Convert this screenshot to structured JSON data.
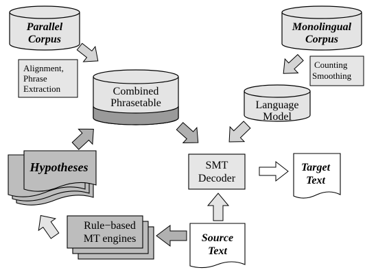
{
  "nodes": {
    "parallel_corpus": {
      "line1": "Parallel",
      "line2": "Corpus"
    },
    "monolingual_corpus": {
      "line1": "Monolingual",
      "line2": "Corpus"
    },
    "alignment_note": {
      "line1": "Alignment,",
      "line2": "Phrase",
      "line3": "Extraction"
    },
    "counting_note": {
      "line1": "Counting",
      "line2": "Smoothing"
    },
    "phrasetable": {
      "line1": "Combined",
      "line2": "Phrasetable"
    },
    "language_model": {
      "line1": "Language",
      "line2": "Model"
    },
    "hypotheses": {
      "label": "Hypotheses"
    },
    "smt_decoder": {
      "line1": "SMT",
      "line2": "Decoder"
    },
    "target_text": {
      "line1": "Target",
      "line2": "Text"
    },
    "rule_engines": {
      "line1": "Rule−based",
      "line2": "MT engines"
    },
    "source_text": {
      "line1": "Source",
      "line2": "Text"
    }
  },
  "colors": {
    "cylinder_fill": "#e4e4e4",
    "cylinder_band": "#9a9a9a",
    "box_fill": "#e6e6e6",
    "doc_fill": "#ffffff",
    "stack_fill": "#bdbdbd",
    "arrow_fill": "#b0b0b0",
    "arrow_light": "#d4d4d4",
    "stroke": "#000000"
  }
}
